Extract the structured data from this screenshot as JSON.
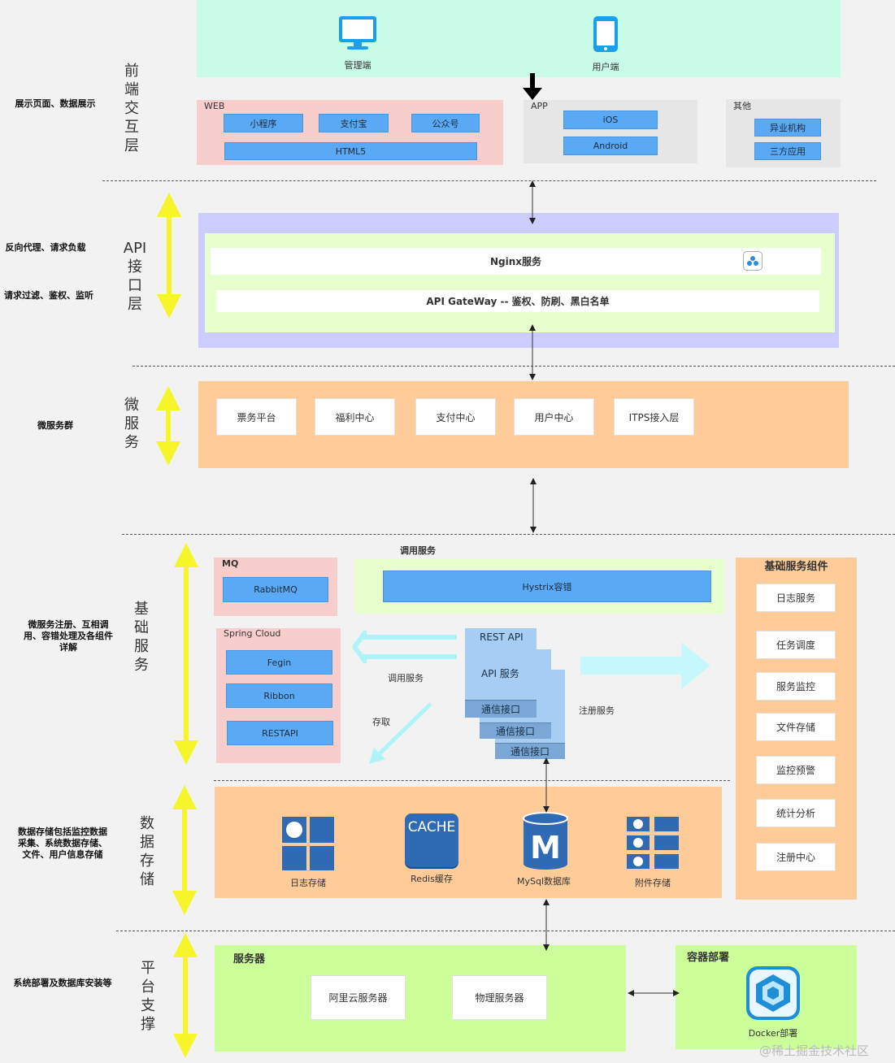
{
  "layers": {
    "frontend": {
      "title": "前端交互层",
      "side": "展示页面、数据展示"
    },
    "api": {
      "title": "API接口层",
      "side1": "反向代理、请求负载",
      "side2": "请求过滤、鉴权、监听"
    },
    "micro": {
      "title": "微服务",
      "side": "微服务群"
    },
    "base": {
      "title": "基础服务",
      "side": "微服务注册、互相调用、容错处理及各组件详解"
    },
    "storage": {
      "title": "数据存储",
      "side": "数据存储包括监控数据采集、系统数据存储、文件、用户信息存储"
    },
    "platform": {
      "title": "平台支撑",
      "side": "系统部署及数据库安装等"
    }
  },
  "clients": {
    "admin": "管理端",
    "user": "用户端"
  },
  "web": {
    "label": "WEB",
    "items": [
      "小程序",
      "支付宝",
      "公众号"
    ],
    "html5": "HTML5"
  },
  "app": {
    "label": "APP",
    "ios": "iOS",
    "android": "Android"
  },
  "other": {
    "label": "其他",
    "items": [
      "异业机构",
      "三方应用"
    ]
  },
  "gateway": {
    "nginx": "Nginx服务",
    "api": "API GateWay -- 鉴权、防刷、黑白名单"
  },
  "services": [
    "票务平台",
    "福利中心",
    "支付中心",
    "用户中心",
    "ITPS接入层"
  ],
  "base": {
    "call_service": "调用服务",
    "mq": "MQ",
    "rabbitmq": "RabbitMQ",
    "hystrix": "Hystrix容错",
    "spring_cloud": "Spring Cloud",
    "spring_items": [
      "Fegin",
      "Ribbon",
      "RESTAPI"
    ],
    "rest_api": "REST API",
    "api_service": "API 服务",
    "comm": "通信接口",
    "call_service2": "调用服务",
    "access": "存取",
    "register": "注册服务",
    "components_title": "基础服务组件",
    "components": [
      "日志服务",
      "任务调度",
      "服务监控",
      "文件存储",
      "监控预警",
      "统计分析",
      "注册中心"
    ]
  },
  "storage": {
    "log": "日志存储",
    "cache_text": "CACHE",
    "redis": "Redis缓存",
    "mysql_letter": "M",
    "mysql": "MySql数据库",
    "attach": "附件存储"
  },
  "platform": {
    "servers": "服务器",
    "aliyun": "阿里云服务器",
    "physical": "物理服务器",
    "container": "容器部署",
    "docker": "Docker部署"
  },
  "watermark": "@稀土掘金技术社区",
  "colors": {
    "front_top": "#c9fce6",
    "web_bg": "#f8cecc",
    "grey": "#e6e6e6",
    "api_outer": "#ccccff",
    "api_inner": "#e6ffcc",
    "orange": "#ffcc99",
    "green": "#ccff99",
    "blue": "#5aa9f5",
    "yellow": "#f5f52a"
  }
}
